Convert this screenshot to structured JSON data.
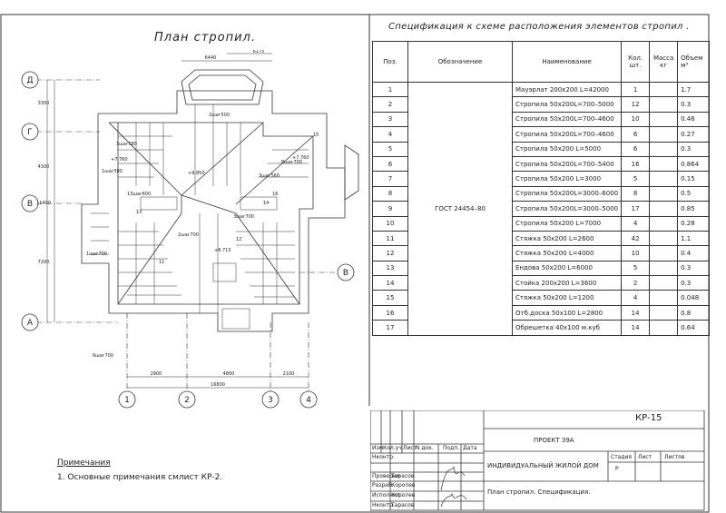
{
  "plan": {
    "title": "План стропил.",
    "axes_letters": [
      "Д",
      "Г",
      "В",
      "А",
      "В"
    ],
    "axes_numbers": [
      "1",
      "2",
      "3",
      "4"
    ],
    "dims_bottom": [
      "2900",
      "4800",
      "2100",
      "16800"
    ],
    "dims_left": [
      "3300",
      "4300",
      "11400",
      "7200"
    ],
    "dims_top": [
      "6440",
      "6175"
    ],
    "labels": [
      "2шаг500",
      "3шаг580",
      "1шаг580",
      "3шаг700",
      "2шаг700",
      "6шаг700",
      "1шаг700",
      "3шаг560",
      "13шаг600",
      "8шаг700",
      "+7.760",
      "+9.850",
      "+6.715",
      "+7.760",
      "11",
      "12",
      "13",
      "14",
      "15",
      "16"
    ]
  },
  "spec": {
    "title": "Спецификация к схеме расположения элементов стропил .",
    "headers": {
      "pos": "Поз.",
      "designation": "Обозначение",
      "name": "Наименование",
      "qty": "Кол. шт.",
      "mass": "Масса кг",
      "volume": "Объем м³"
    },
    "designation": "ГОСТ 24454–80",
    "rows": [
      {
        "pos": "1",
        "name": "Мауэрлат 200x200     L=42000",
        "qty": "1",
        "mass": "",
        "vol": "1.7"
      },
      {
        "pos": "2",
        "name": "Стропила 50x200L=700–5000",
        "qty": "12",
        "mass": "",
        "vol": "0.3"
      },
      {
        "pos": "3",
        "name": "Стропила 50x200L=700–4600",
        "qty": "10",
        "mass": "",
        "vol": "0.46"
      },
      {
        "pos": "4",
        "name": "Стропила 50x200L=700–4600",
        "qty": "6",
        "mass": "",
        "vol": "0.27"
      },
      {
        "pos": "5",
        "name": "Стропила 50x200      L=5000",
        "qty": "6",
        "mass": "",
        "vol": "0.3"
      },
      {
        "pos": "6",
        "name": "Стропила 50x200L=700–5400",
        "qty": "16",
        "mass": "",
        "vol": "0.864"
      },
      {
        "pos": "7",
        "name": "Стропила 50x200      L=3000",
        "qty": "5",
        "mass": "",
        "vol": "0.15"
      },
      {
        "pos": "8",
        "name": "Стропила 50x200L=3000–6000",
        "qty": "8",
        "mass": "",
        "vol": "0.5"
      },
      {
        "pos": "9",
        "name": "Стропила 50x200L=3000–5000",
        "qty": "17",
        "mass": "",
        "vol": "0.85"
      },
      {
        "pos": "10",
        "name": "Стропила 50x200 L=7000",
        "qty": "4",
        "mass": "",
        "vol": "0.28"
      },
      {
        "pos": "11",
        "name": "Стяжка 50x200     L=2600",
        "qty": "42",
        "mass": "",
        "vol": "1.1"
      },
      {
        "pos": "12",
        "name": "Стяжка 50x200     L=4000",
        "qty": "10",
        "mass": "",
        "vol": "0.4"
      },
      {
        "pos": "13",
        "name": "Ендова  50x200       L=6000",
        "qty": "5",
        "mass": "",
        "vol": "0.3"
      },
      {
        "pos": "14",
        "name": "Стойка 200x200 L=3600",
        "qty": "2",
        "mass": "",
        "vol": "0.3"
      },
      {
        "pos": "15",
        "name": "Стяжка 50x200     L=1200",
        "qty": "4",
        "mass": "",
        "vol": "0.048"
      },
      {
        "pos": "16",
        "name": "Отб.доска 50x100     L=2800",
        "qty": "14",
        "mass": "",
        "vol": "0.8"
      },
      {
        "pos": "17",
        "name": "Обрешетка 40x100       м.куб",
        "qty": "14",
        "mass": "",
        "vol": "0.64"
      }
    ]
  },
  "notes": {
    "heading": "Примечания",
    "item1": "1. Основные примечания смлист КР-2."
  },
  "title_block": {
    "code": "КР-15",
    "project": "ПРОЕКТ 39А",
    "object": "ИНДИВИДУАЛЬНЫЙ ЖИЛОЙ ДОМ",
    "sheet_name": "План стропил. Спецификация.",
    "stage_h": "Стадия",
    "sheet_h": "Лист",
    "sheets_h": "Листов",
    "stage": "Р",
    "cols": [
      "Изм.",
      "Кол.уч",
      "Лист",
      "N док.",
      "Подп.",
      "Дата"
    ],
    "rows": [
      {
        "role": "Нконтр.",
        "name": ""
      },
      {
        "role": "",
        "name": ""
      },
      {
        "role": "Проверил",
        "name": "Тарасов"
      },
      {
        "role": "Разраб.",
        "name": "Королев"
      },
      {
        "role": "Исполнил",
        "name": "Королев"
      },
      {
        "role": "Нконтр.",
        "name": "Тарасов"
      }
    ]
  }
}
